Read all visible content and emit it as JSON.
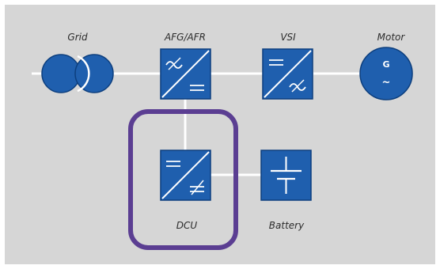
{
  "labels": {
    "grid": "Grid",
    "afg_afr": "AFG/AFR",
    "vsi": "VSI",
    "motor": "Motor",
    "dcu": "DCU",
    "battery": "Battery"
  },
  "motor_symbol": {
    "letter": "G",
    "tilde": "~"
  },
  "colors": {
    "background": "#d6d6d6",
    "block_fill": "#1f5fae",
    "block_stroke": "#0d3f7e",
    "wire": "#ffffff",
    "highlight": "#5b3e92"
  },
  "icons": {
    "grid": "transformer-icon",
    "afg_afr": "ac-dc-converter-icon",
    "vsi": "dc-ac-inverter-icon",
    "motor": "generator-icon",
    "dcu": "dc-dc-converter-icon",
    "battery": "battery-icon"
  }
}
